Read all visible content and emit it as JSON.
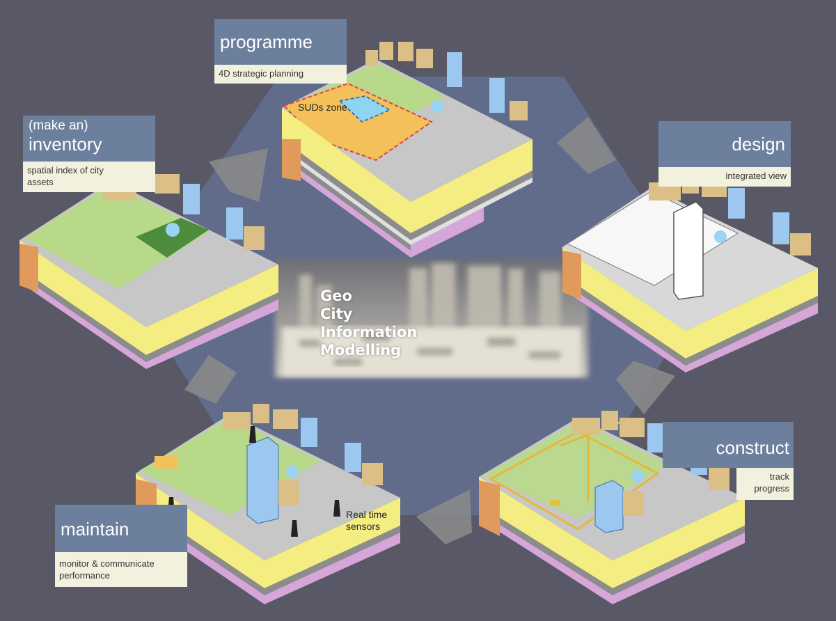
{
  "center": {
    "lines": [
      "Geo",
      "City",
      "Information",
      "Modelling"
    ]
  },
  "stages": {
    "programme": {
      "title": "programme",
      "subtitle": "4D strategic planning",
      "annotation": "SUDs zone"
    },
    "design": {
      "title": "design",
      "subtitle": "integrated view"
    },
    "construct": {
      "title": "construct",
      "subtitle_line1": "track",
      "subtitle_line2": "progress"
    },
    "maintain": {
      "title": "maintain",
      "subtitle_line1": "monitor & communicate",
      "subtitle_line2": "performance",
      "annotation_line1": "Real time",
      "annotation_line2": "sensors"
    },
    "inventory": {
      "prefix": "(make an)",
      "title": "inventory",
      "subtitle_line1": "spatial index of city",
      "subtitle_line2": "assets"
    }
  },
  "colors": {
    "background": "#585866",
    "hexagon": "#606c8a",
    "label_title_bg": "#6c7f9d",
    "label_sub_bg": "#f2f1de",
    "arrow": "#8a8a8a",
    "ground_top": "#b8d98a",
    "soil_yellow": "#f4ee82",
    "soil_grey": "#8c8c8c",
    "soil_pink": "#d7a6d8",
    "soil_orange": "#e09a5c",
    "road": "#c9c9c9",
    "tower_glass": "#9cc8f0",
    "suds_zone": "#f4c05a"
  }
}
